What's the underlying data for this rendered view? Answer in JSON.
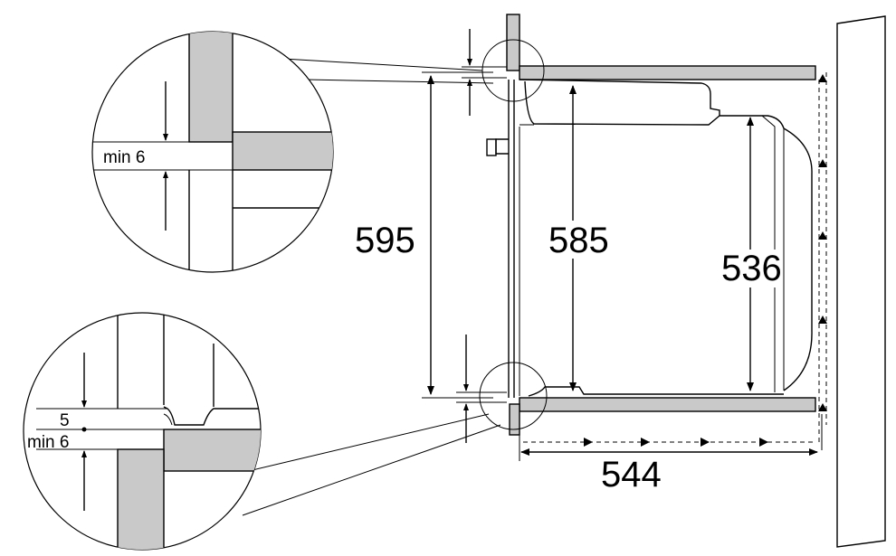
{
  "dimensions": {
    "height_total": "595",
    "height_inner": "585",
    "height_cavity": "536",
    "depth": "544"
  },
  "detail_top": {
    "gap_label": "min 6"
  },
  "detail_bottom": {
    "step_label": "5",
    "gap_label": "min 6"
  },
  "colors": {
    "panel_fill": "#c9c9c9",
    "line": "#000000"
  }
}
